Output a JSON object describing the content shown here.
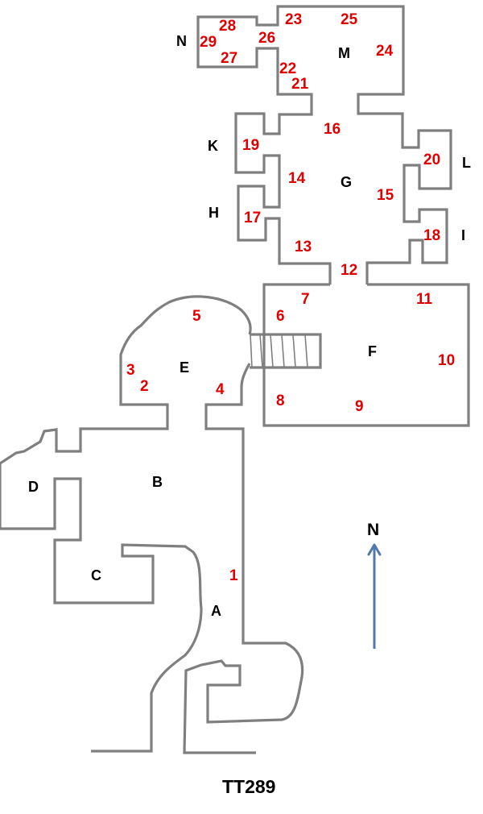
{
  "title": "TT289",
  "north_label": "N",
  "colors": {
    "wall": "#7f7f7f",
    "scene_number": "#e00000",
    "room_label": "#000000",
    "north_arrow": "#4f79ad"
  },
  "rooms": {
    "A": "A",
    "B": "B",
    "C": "C",
    "D": "D",
    "E": "E",
    "F": "F",
    "G": "G",
    "H": "H",
    "I": "I",
    "K": "K",
    "L": "L",
    "M": "M",
    "N": "N"
  },
  "scene_numbers": {
    "n1": "1",
    "n2": "2",
    "n3": "3",
    "n4": "4",
    "n5": "5",
    "n6": "6",
    "n7": "7",
    "n8": "8",
    "n9": "9",
    "n10": "10",
    "n11": "11",
    "n12": "12",
    "n13": "13",
    "n14": "14",
    "n15": "15",
    "n16": "16",
    "n17": "17",
    "n18": "18",
    "n19": "19",
    "n20": "20",
    "n21": "21",
    "n22": "22",
    "n23": "23",
    "n24": "24",
    "n25": "25",
    "n26": "26",
    "n27": "27",
    "n28": "28",
    "n29": "29"
  }
}
